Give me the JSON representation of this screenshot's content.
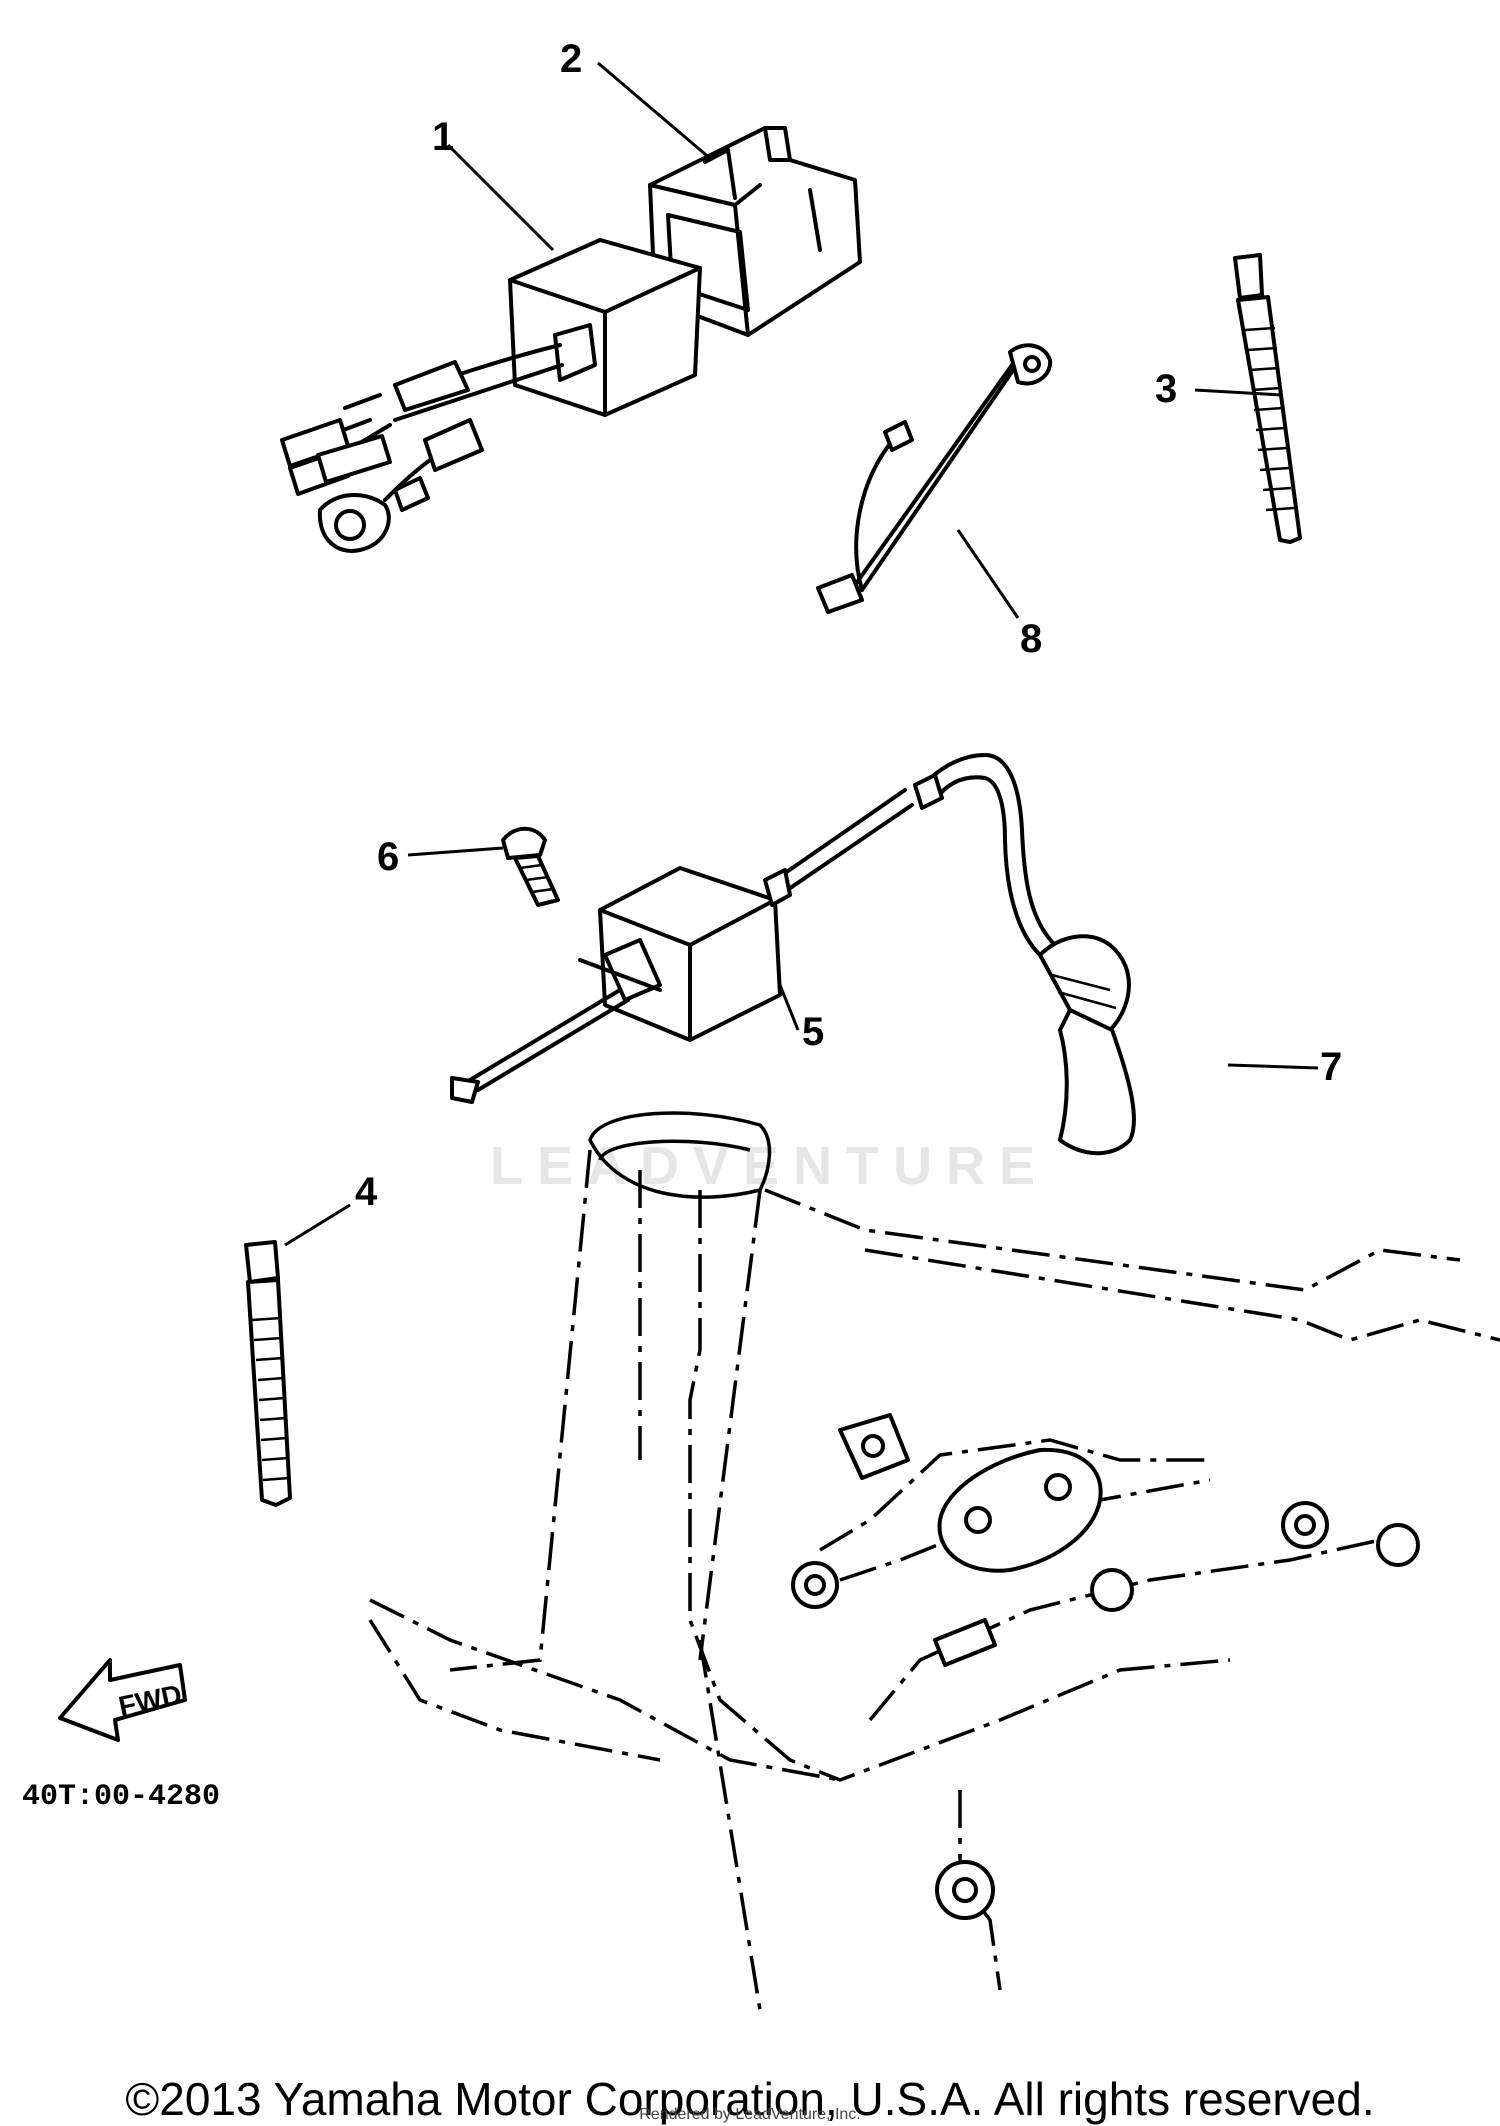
{
  "callouts": [
    "1",
    "2",
    "3",
    "4",
    "5",
    "6",
    "7",
    "8"
  ],
  "direction_marker": "FWD",
  "diagram_code": "40T:00-4280",
  "watermark": "LEADVENTURE",
  "copyright": "©2013 Yamaha Motor Corporation, U.S.A. All rights reserved.",
  "rendered_by": "Rendered by LeadVenture, Inc."
}
